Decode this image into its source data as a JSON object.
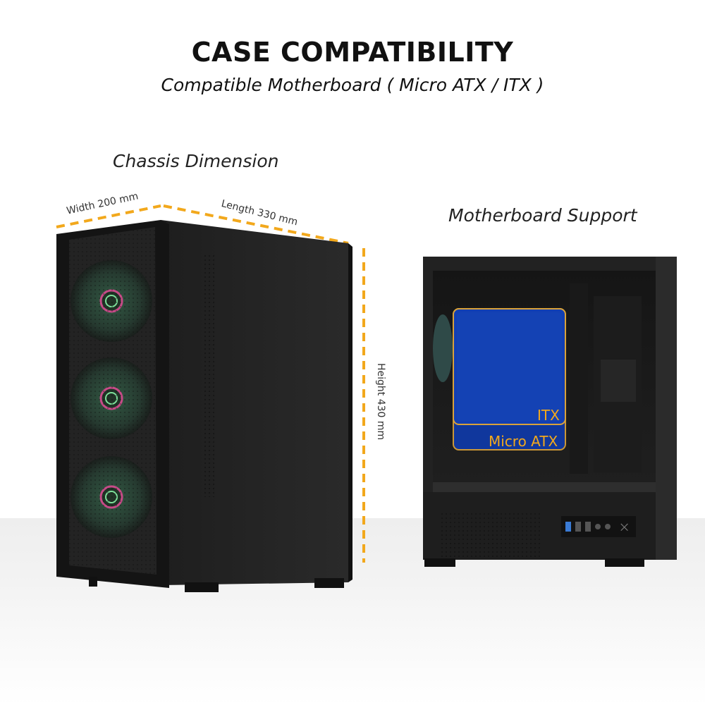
{
  "header": {
    "title": "CASE COMPATIBILITY",
    "subtitle": "Compatible Motherboard ( Micro ATX / ITX )"
  },
  "chassis": {
    "label": "Chassis Dimension",
    "width_label": "Width 200 mm",
    "length_label": "Length 330 mm",
    "height_label": "Height 430 mm",
    "fan_count": 3
  },
  "motherboard": {
    "label": "Motherboard Support",
    "itx_label": "ITX",
    "matx_label": "Micro ATX"
  },
  "colors": {
    "accent": "#f2a81c",
    "board": "#0f3aa8",
    "case": "#1b1b1b"
  }
}
